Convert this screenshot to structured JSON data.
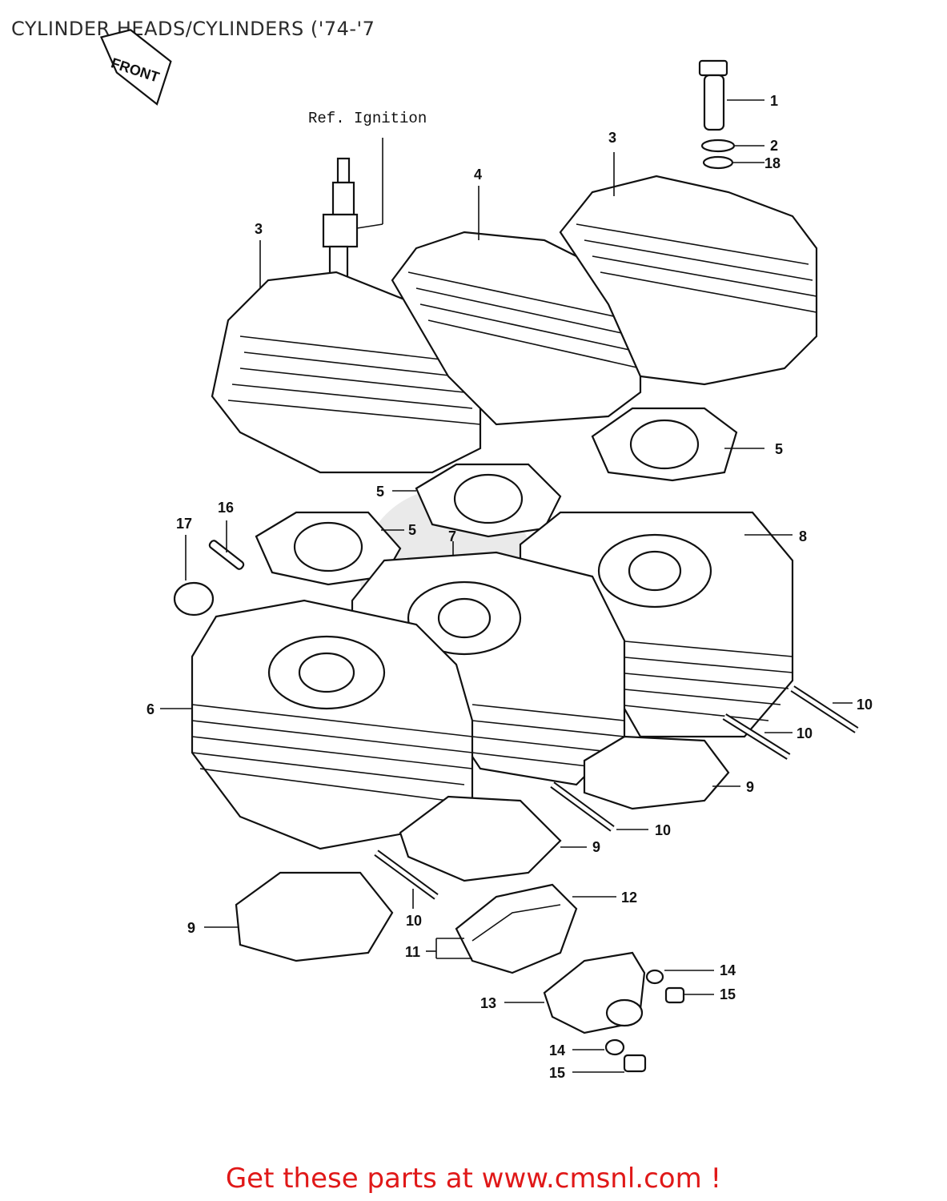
{
  "title": "CYLINDER HEADS/CYLINDERS ('74-'7",
  "front_arrow_label": "FRONT",
  "ref_label": "Ref. Ignition",
  "callouts": [
    "1",
    "2",
    "18",
    "3",
    "3",
    "4",
    "5",
    "5",
    "5",
    "16",
    "17",
    "7",
    "8",
    "6",
    "10",
    "10",
    "10",
    "10",
    "9",
    "9",
    "9",
    "12",
    "11",
    "14",
    "15",
    "13",
    "14",
    "15"
  ],
  "footer": "Get these parts at www.cmsnl.com !",
  "colors": {
    "footer_text": "#e01818",
    "line_art": "#111111"
  }
}
